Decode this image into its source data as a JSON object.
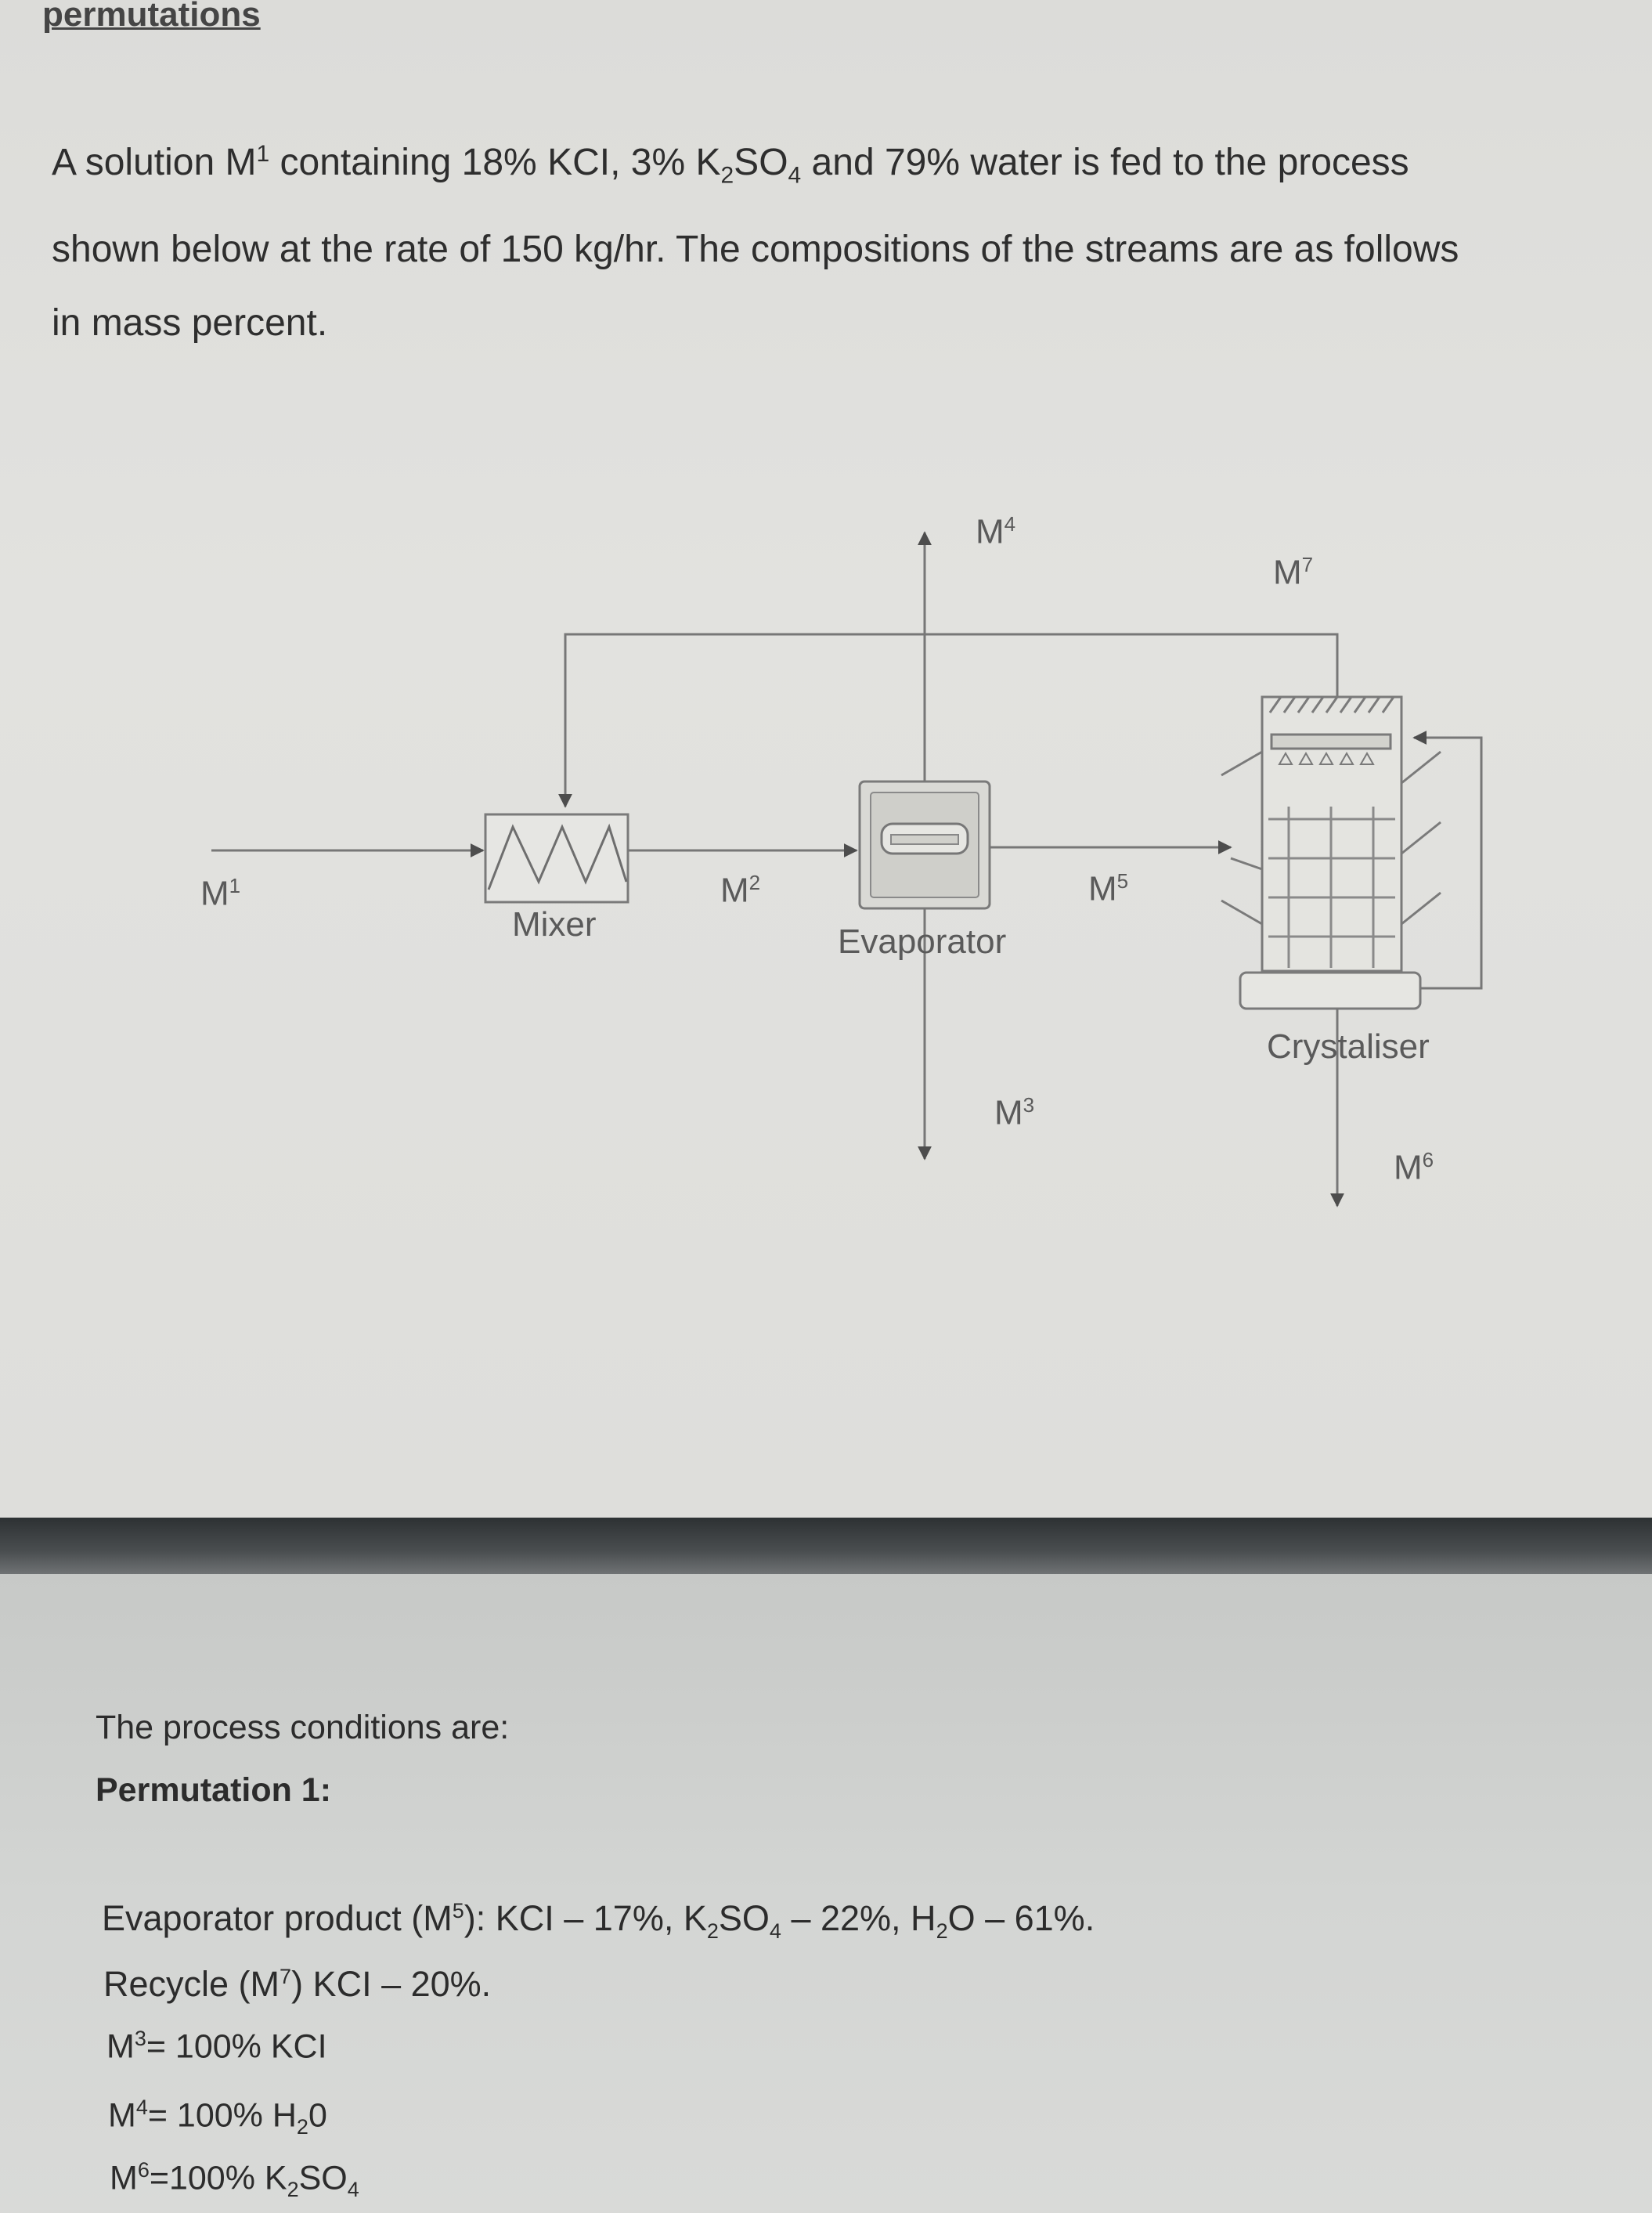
{
  "header": {
    "link_label": "permutations"
  },
  "intro": {
    "line1_a": "A solution M",
    "line1_sup": "1",
    "line1_b": " containing 18% KCI, 3% K",
    "line1_sub1": "2",
    "line1_c": "SO",
    "line1_sub2": "4",
    "line1_d": " and 79% water is fed to the process",
    "line2": "shown below at the rate of 150 kg/hr. The compositions of the streams are as follows",
    "line3": "in mass percent."
  },
  "diagram": {
    "stream_m1": {
      "base": "M",
      "sup": "1"
    },
    "stream_m2": {
      "base": "M",
      "sup": "2"
    },
    "stream_m3": {
      "base": "M",
      "sup": "3"
    },
    "stream_m4": {
      "base": "M",
      "sup": "4"
    },
    "stream_m5": {
      "base": "M",
      "sup": "5"
    },
    "stream_m6": {
      "base": "M",
      "sup": "6"
    },
    "stream_m7": {
      "base": "M",
      "sup": "7"
    },
    "mixer_label": "Mixer",
    "evaporator_label": "Evaporator",
    "crystaliser_label": "Crystaliser"
  },
  "conditions": {
    "heading": "The process conditions are:",
    "permutation": "Permutation 1:",
    "evap_a": "Evaporator product (M",
    "evap_sup": "5",
    "evap_b": "): KCI – 17%, K",
    "evap_sub1": "2",
    "evap_c": "SO",
    "evap_sub2": "4",
    "evap_d": " – 22%, H",
    "evap_sub3": "2",
    "evap_e": "O – 61%.",
    "recycle_a": "Recycle (M",
    "recycle_sup": "7",
    "recycle_b": ") KCI – 20%.",
    "m3_a": "M",
    "m3_sup": "3",
    "m3_b": "= 100% KCI",
    "m4_a": "M",
    "m4_sup": "4",
    "m4_b": "= 100% H",
    "m4_sub": "2",
    "m4_c": "0",
    "m6_a": "M",
    "m6_sup": "6",
    "m6_b": "=100% K",
    "m6_sub1": "2",
    "m6_c": "SO",
    "m6_sub2": "4"
  }
}
